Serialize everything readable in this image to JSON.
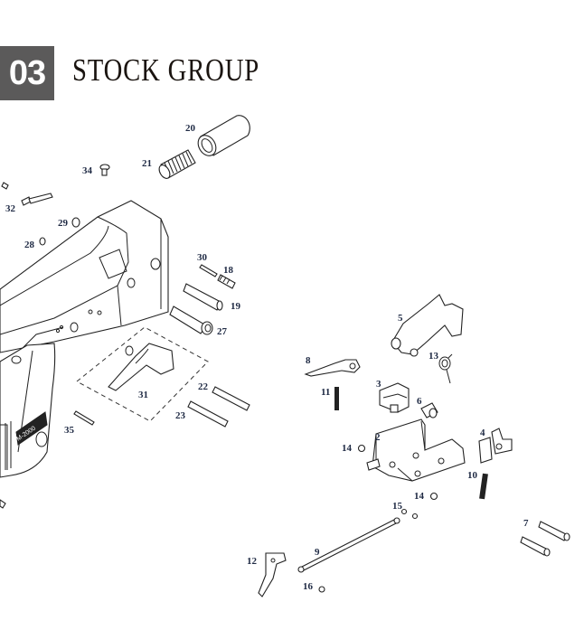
{
  "header": {
    "section_number": "03",
    "section_title": "STOCK GROUP"
  },
  "grip_marking": "M-2000",
  "parts": [
    {
      "id": "20",
      "label": "20"
    },
    {
      "id": "21",
      "label": "21"
    },
    {
      "id": "34",
      "label": "34"
    },
    {
      "id": "32",
      "label": "32"
    },
    {
      "id": "29",
      "label": "29"
    },
    {
      "id": "28",
      "label": "28"
    },
    {
      "id": "30",
      "label": "30"
    },
    {
      "id": "18",
      "label": "18"
    },
    {
      "id": "19",
      "label": "19"
    },
    {
      "id": "27",
      "label": "27"
    },
    {
      "id": "31",
      "label": "31"
    },
    {
      "id": "22",
      "label": "22"
    },
    {
      "id": "23",
      "label": "23"
    },
    {
      "id": "35",
      "label": "35"
    },
    {
      "id": "5",
      "label": "5"
    },
    {
      "id": "8",
      "label": "8"
    },
    {
      "id": "13",
      "label": "13"
    },
    {
      "id": "11",
      "label": "11"
    },
    {
      "id": "3",
      "label": "3"
    },
    {
      "id": "6",
      "label": "6"
    },
    {
      "id": "2",
      "label": "2"
    },
    {
      "id": "4",
      "label": "4"
    },
    {
      "id": "14a",
      "label": "14"
    },
    {
      "id": "14b",
      "label": "14"
    },
    {
      "id": "10",
      "label": "10"
    },
    {
      "id": "15",
      "label": "15"
    },
    {
      "id": "9",
      "label": "9"
    },
    {
      "id": "12",
      "label": "12"
    },
    {
      "id": "16",
      "label": "16"
    },
    {
      "id": "7",
      "label": "7"
    }
  ]
}
